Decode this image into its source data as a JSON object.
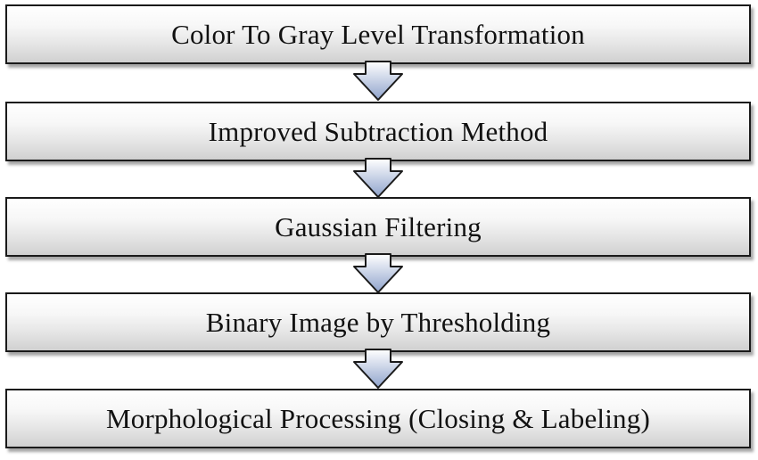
{
  "steps": [
    {
      "label": "Color To Gray Level Transformation"
    },
    {
      "label": "Improved Subtraction Method"
    },
    {
      "label": "Gaussian Filtering"
    },
    {
      "label": "Binary Image by Thresholding"
    },
    {
      "label": "Morphological Processing (Closing & Labeling)"
    }
  ],
  "colors": {
    "box_border": "#1a1a1a",
    "box_fill_top": "#ffffff",
    "box_fill_bottom": "#d0d0d0",
    "arrow_fill_top": "#ffffff",
    "arrow_fill_bottom": "#8fa3cc",
    "arrow_stroke": "#1a1a1a"
  }
}
